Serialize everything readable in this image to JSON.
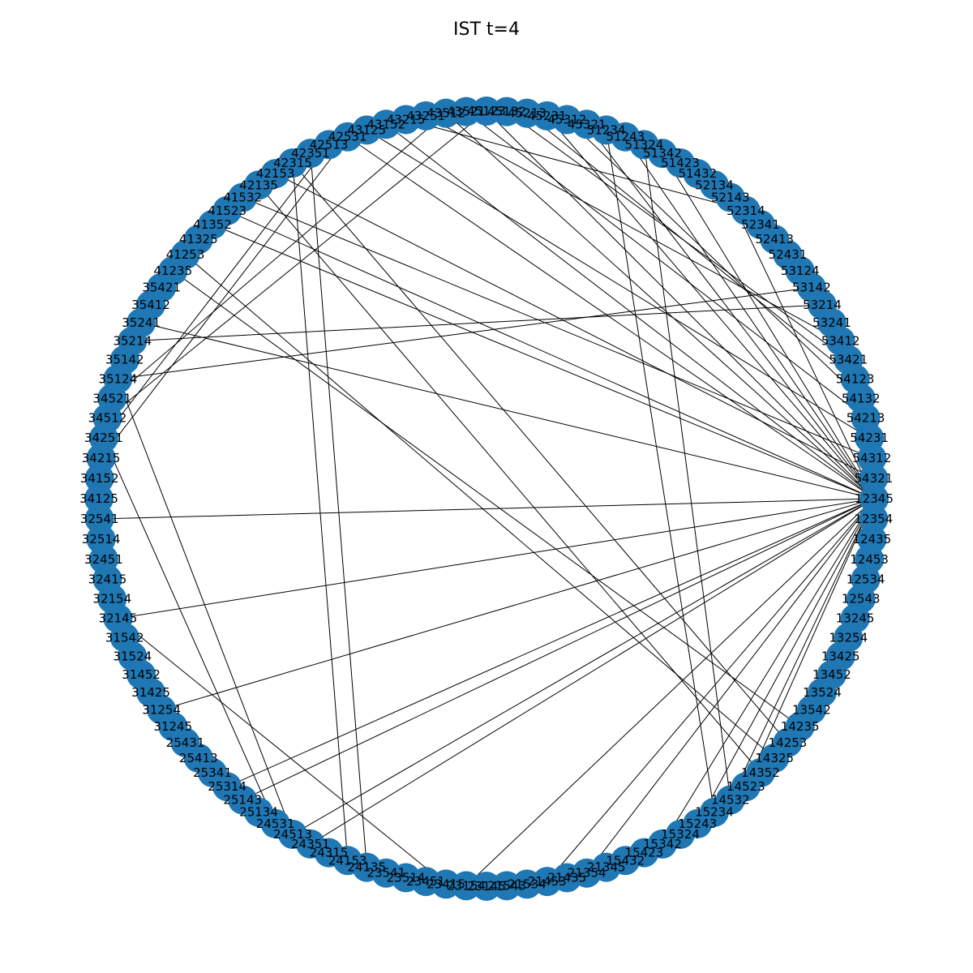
{
  "title": "IST t=4",
  "colors": {
    "node": "#1f77b4",
    "edge": "#000000",
    "label": "#000000",
    "background": "#ffffff"
  },
  "nodes": [
    "12345",
    "54321",
    "54312",
    "54231",
    "54213",
    "54132",
    "54123",
    "53421",
    "53412",
    "53241",
    "53214",
    "53142",
    "53124",
    "52431",
    "52413",
    "52341",
    "52314",
    "52143",
    "52134",
    "51432",
    "51423",
    "51342",
    "51324",
    "51243",
    "51234",
    "45321",
    "45312",
    "45231",
    "45213",
    "45132",
    "45123",
    "43521",
    "43512",
    "43251",
    "43215",
    "43152",
    "43125",
    "42531",
    "42513",
    "42351",
    "42315",
    "42153",
    "42135",
    "41532",
    "41523",
    "41352",
    "41325",
    "41253",
    "41235",
    "35421",
    "35412",
    "35241",
    "35214",
    "35142",
    "35124",
    "34521",
    "34512",
    "34251",
    "34215",
    "34152",
    "34125",
    "32541",
    "32514",
    "32451",
    "32415",
    "32154",
    "32145",
    "31542",
    "31524",
    "31452",
    "31425",
    "31254",
    "31245",
    "25431",
    "25413",
    "25341",
    "25314",
    "25143",
    "25134",
    "24531",
    "24513",
    "24351",
    "24315",
    "24153",
    "24135",
    "23541",
    "23514",
    "23451",
    "23415",
    "23154",
    "23145",
    "21543",
    "21534",
    "21453",
    "21435",
    "21354",
    "21345",
    "15432",
    "15423",
    "15342",
    "15324",
    "15243",
    "15234",
    "14532",
    "14523",
    "14352",
    "14325",
    "14253",
    "14235",
    "13542",
    "13524",
    "13452",
    "13425",
    "13254",
    "13245",
    "12543",
    "12534",
    "12453",
    "12435",
    "12354"
  ],
  "edges": [
    [
      "12345",
      "54321"
    ],
    [
      "12345",
      "54312"
    ],
    [
      "12345",
      "54231"
    ],
    [
      "12345",
      "54213"
    ],
    [
      "12345",
      "12354"
    ],
    [
      "12345",
      "12435"
    ],
    [
      "12345",
      "12453"
    ],
    [
      "12345",
      "12534"
    ],
    [
      "12345",
      "13254"
    ],
    [
      "12345",
      "13245"
    ],
    [
      "12345",
      "32541"
    ],
    [
      "12345",
      "32145"
    ],
    [
      "12345",
      "31254"
    ],
    [
      "12345",
      "25314"
    ],
    [
      "12345",
      "25143"
    ],
    [
      "12345",
      "24513"
    ],
    [
      "12345",
      "24351"
    ],
    [
      "12345",
      "23154"
    ],
    [
      "12345",
      "21453"
    ],
    [
      "12345",
      "21354"
    ],
    [
      "12345",
      "41352"
    ],
    [
      "12345",
      "41523"
    ],
    [
      "12345",
      "35241"
    ],
    [
      "12345",
      "43152"
    ],
    [
      "12345",
      "52143"
    ],
    [
      "12345",
      "51342"
    ],
    [
      "12345",
      "51243"
    ],
    [
      "12345",
      "45321"
    ],
    [
      "12345",
      "45231"
    ],
    [
      "12345",
      "45123"
    ],
    [
      "12345",
      "43512"
    ],
    [
      "12345",
      "42531"
    ],
    [
      "12345",
      "15243"
    ],
    [
      "12345",
      "15342"
    ],
    [
      "12345",
      "14532"
    ],
    [
      "12345",
      "14523"
    ],
    [
      "54321",
      "42153"
    ],
    [
      "54312",
      "41532"
    ],
    [
      "54231",
      "43125"
    ],
    [
      "54213",
      "43521"
    ],
    [
      "54132",
      "45312"
    ],
    [
      "54123",
      "45213"
    ],
    [
      "53421",
      "45132"
    ],
    [
      "53412",
      "43251"
    ],
    [
      "53142",
      "35124"
    ],
    [
      "53214",
      "35214"
    ],
    [
      "32145",
      "23415"
    ],
    [
      "32145",
      "31524"
    ],
    [
      "34215",
      "42531"
    ],
    [
      "34251",
      "42513"
    ],
    [
      "34512",
      "45123"
    ],
    [
      "34521",
      "43512"
    ],
    [
      "42315",
      "14253"
    ],
    [
      "42135",
      "14352"
    ],
    [
      "41253",
      "14325"
    ],
    [
      "41235",
      "14235"
    ],
    [
      "52314",
      "43215"
    ],
    [
      "51234",
      "15234"
    ],
    [
      "51324",
      "14532"
    ],
    [
      "24135",
      "42351"
    ],
    [
      "24153",
      "42315"
    ],
    [
      "24531",
      "34251"
    ],
    [
      "24513",
      "35124"
    ]
  ]
}
